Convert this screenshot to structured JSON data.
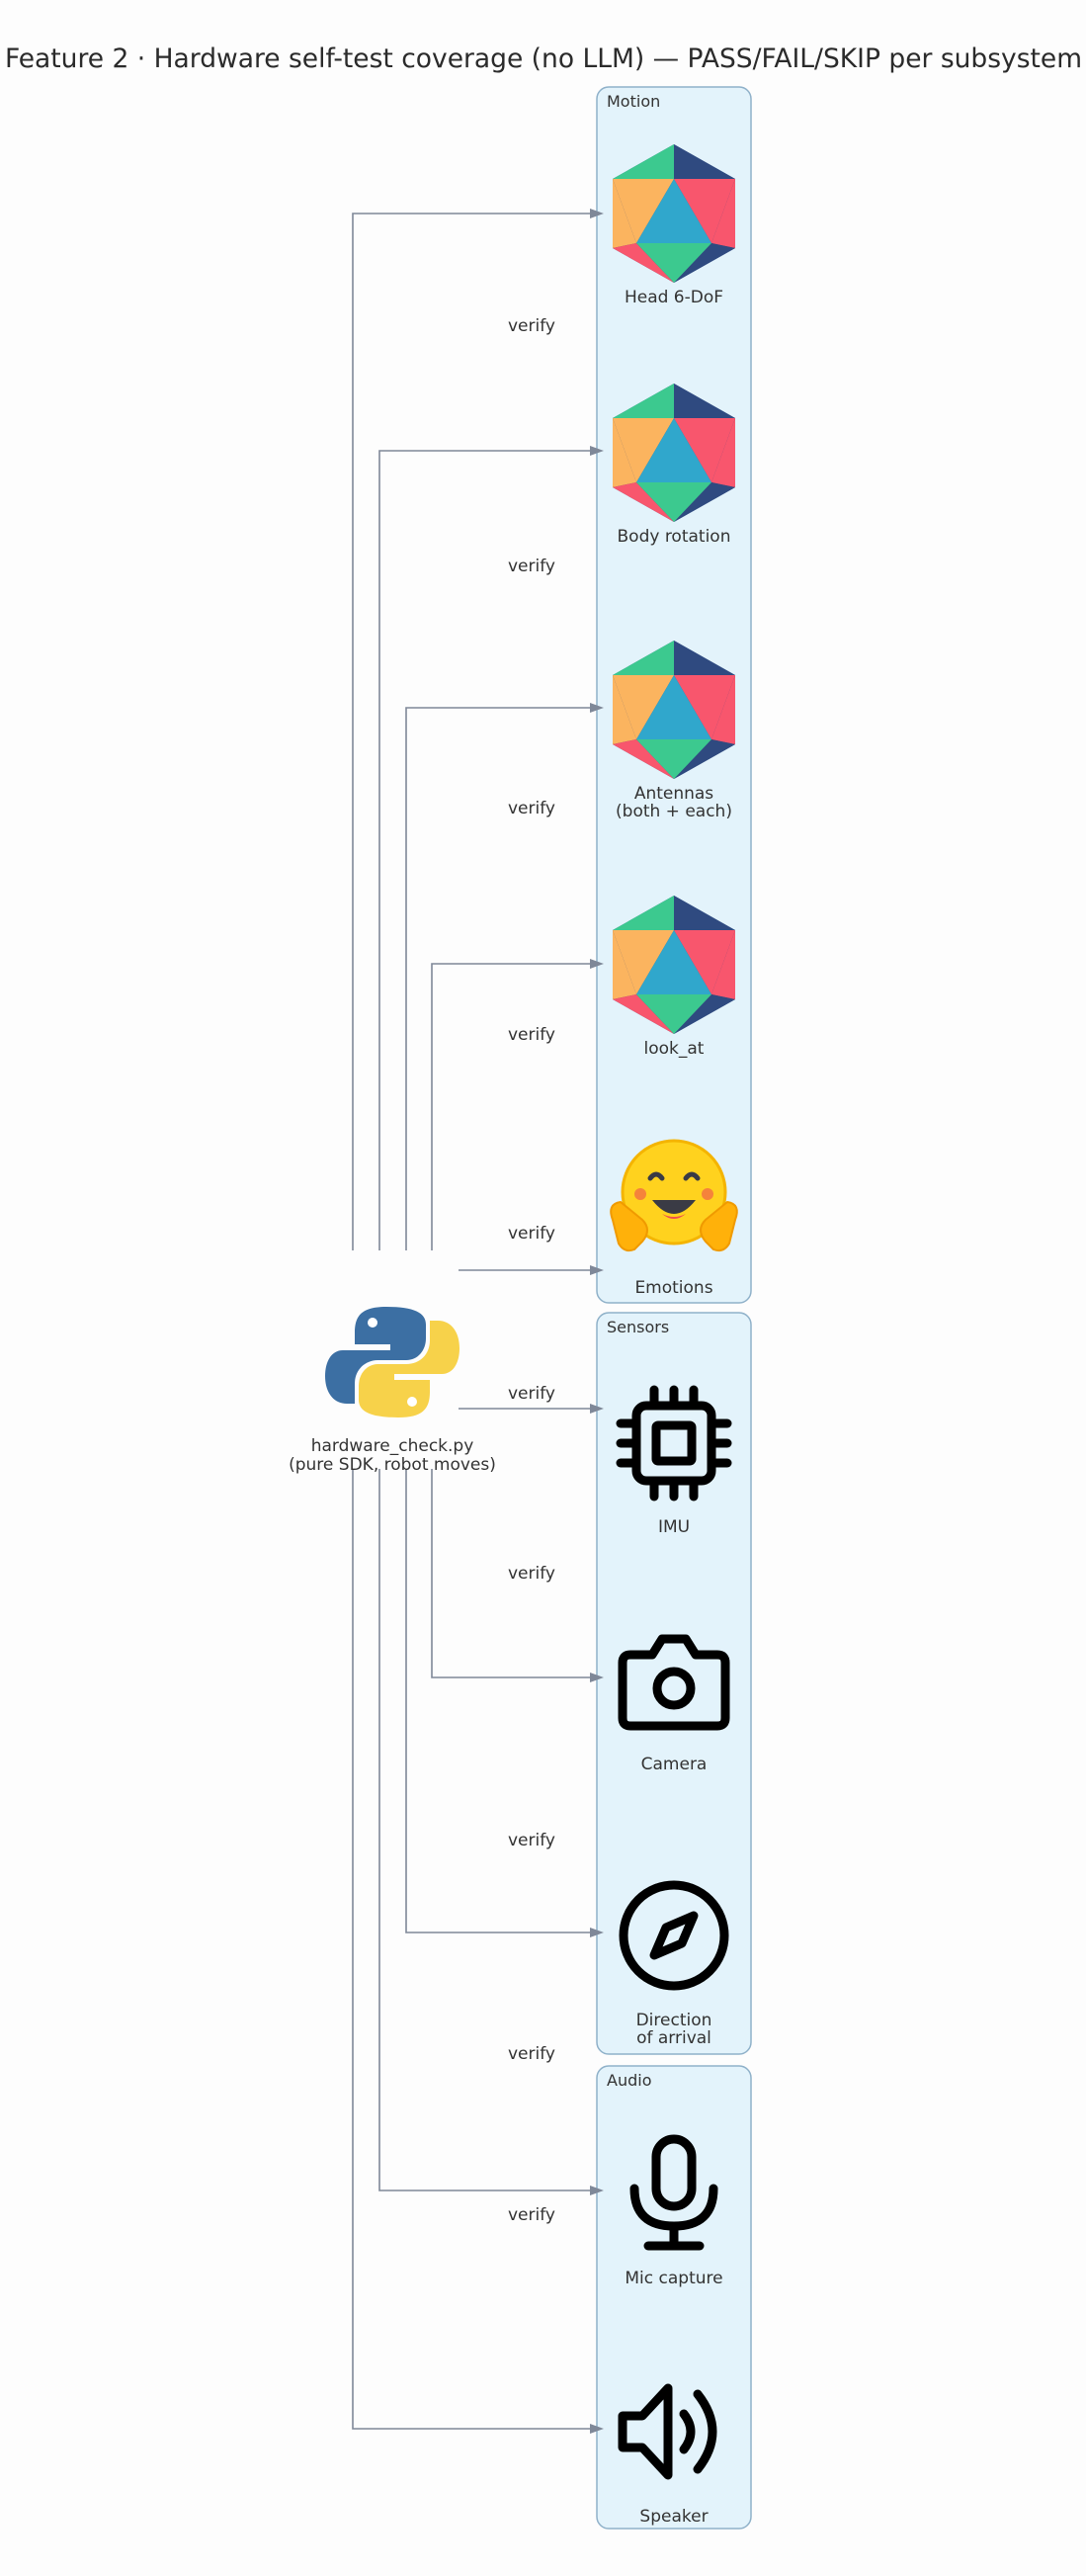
{
  "title": "Feature 2 · Hardware self-test coverage (no LLM) — PASS/FAIL/SKIP per subsystem",
  "source": {
    "label_line1": "hardware_check.py",
    "label_line2": "(pure SDK, robot moves)",
    "icon": "python-logo-icon"
  },
  "edge_label": "verify",
  "clusters": [
    {
      "label": "Motion",
      "nodes": [
        {
          "label": [
            "Head 6-DoF"
          ],
          "icon": "reachy-icosahedron-icon"
        },
        {
          "label": [
            "Body rotation"
          ],
          "icon": "reachy-icosahedron-icon"
        },
        {
          "label": [
            "Antennas",
            "(both + each)"
          ],
          "icon": "reachy-icosahedron-icon"
        },
        {
          "label": [
            "look_at"
          ],
          "icon": "reachy-icosahedron-icon"
        },
        {
          "label": [
            "Emotions"
          ],
          "icon": "hugging-face-emoji-icon"
        }
      ]
    },
    {
      "label": "Sensors",
      "nodes": [
        {
          "label": [
            "IMU"
          ],
          "icon": "chip-icon"
        },
        {
          "label": [
            "Camera"
          ],
          "icon": "camera-icon"
        },
        {
          "label": [
            "Direction",
            "of arrival"
          ],
          "icon": "compass-icon"
        }
      ]
    },
    {
      "label": "Audio",
      "nodes": [
        {
          "label": [
            "Mic capture"
          ],
          "icon": "microphone-icon"
        },
        {
          "label": [
            "Speaker"
          ],
          "icon": "speaker-icon"
        }
      ]
    }
  ],
  "colors": {
    "background": "#fdfdfd",
    "cluster_fill": "#e3f3fb",
    "cluster_border": "#8fb1c9",
    "edge": "#7f8898"
  }
}
